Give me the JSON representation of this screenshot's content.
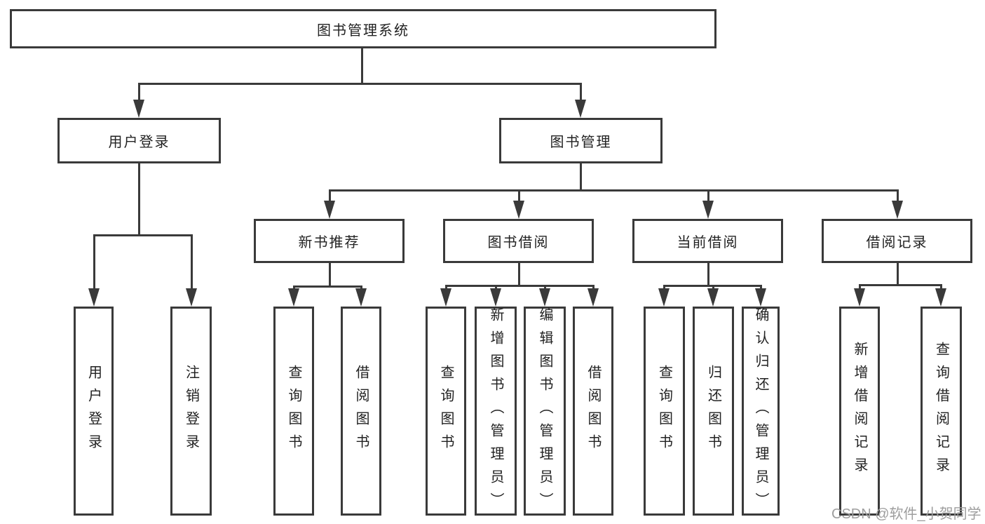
{
  "diagram": {
    "root": {
      "label": "图书管理系统"
    },
    "branches": [
      {
        "label": "用户登录",
        "children": [
          {
            "label": "用户登录"
          },
          {
            "label": "注销登录"
          }
        ]
      },
      {
        "label": "图书管理",
        "children": [
          {
            "label": "新书推荐",
            "children": [
              {
                "label": "查询图书"
              },
              {
                "label": "借阅图书"
              }
            ]
          },
          {
            "label": "图书借阅",
            "children": [
              {
                "label": "查询图书"
              },
              {
                "label": "新增图书（管理员）"
              },
              {
                "label": "编辑图书（管理员）"
              },
              {
                "label": "借阅图书"
              }
            ]
          },
          {
            "label": "当前借阅",
            "children": [
              {
                "label": "查询图书"
              },
              {
                "label": "归还图书"
              },
              {
                "label": "确认归还（管理员）"
              }
            ]
          },
          {
            "label": "借阅记录",
            "children": [
              {
                "label": "新增借阅记录"
              },
              {
                "label": "查询借阅记录"
              }
            ]
          }
        ]
      }
    ]
  },
  "watermark": {
    "text": "CSDN @软件_小贺同学"
  },
  "colors": {
    "line": "#3a3a3a",
    "text": "#222222",
    "watermark": "#9e9e9e",
    "background": "#ffffff"
  }
}
